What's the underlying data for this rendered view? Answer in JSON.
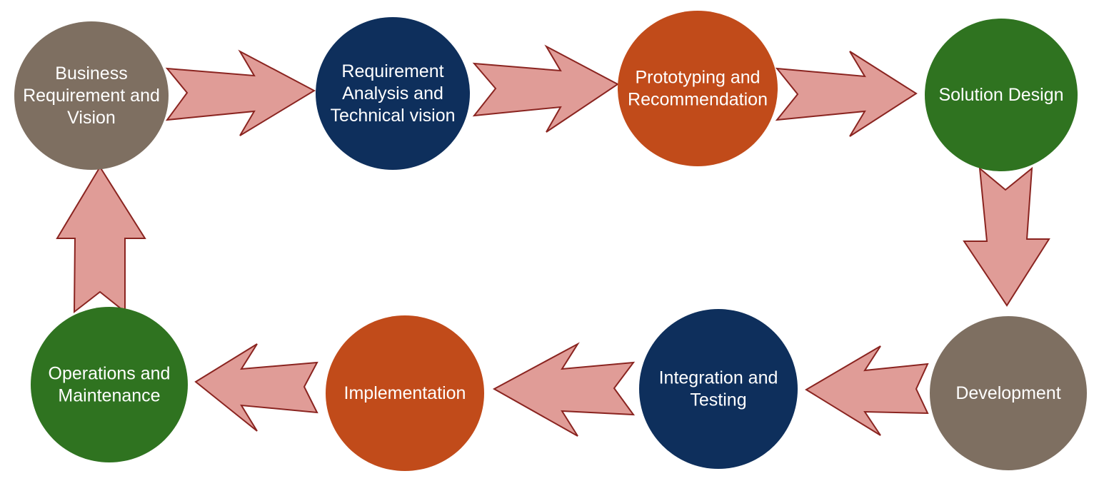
{
  "colors": {
    "taupe": "#7e6f61",
    "navy": "#0e2f5c",
    "orange": "#c14b1a",
    "green": "#2f7320",
    "arrow_fill": "#e09c97",
    "arrow_stroke": "#8a2420",
    "text": "#ffffff"
  },
  "nodes": [
    {
      "id": "business-requirement-and-vision",
      "color": "taupe",
      "lines": [
        "Business",
        "Requirement and",
        "Vision"
      ]
    },
    {
      "id": "requirement-analysis-and-technical-vision",
      "color": "navy",
      "lines": [
        "Requirement",
        "Analysis and",
        "Technical vision"
      ]
    },
    {
      "id": "prototyping-and-recommendation",
      "color": "orange",
      "lines": [
        "Prototyping and",
        "Recommendation"
      ]
    },
    {
      "id": "solution-design",
      "color": "green",
      "lines": [
        "Solution Design"
      ]
    },
    {
      "id": "development",
      "color": "taupe",
      "lines": [
        "Development"
      ]
    },
    {
      "id": "integration-and-testing",
      "color": "navy",
      "lines": [
        "Integration and",
        "Testing"
      ]
    },
    {
      "id": "implementation",
      "color": "orange",
      "lines": [
        "Implementation"
      ]
    },
    {
      "id": "operations-and-maintenance",
      "color": "green",
      "lines": [
        "Operations and",
        "Maintenance"
      ]
    }
  ],
  "edges": [
    {
      "from": "business-requirement-and-vision",
      "to": "requirement-analysis-and-technical-vision"
    },
    {
      "from": "requirement-analysis-and-technical-vision",
      "to": "prototyping-and-recommendation"
    },
    {
      "from": "prototyping-and-recommendation",
      "to": "solution-design"
    },
    {
      "from": "solution-design",
      "to": "development"
    },
    {
      "from": "development",
      "to": "integration-and-testing"
    },
    {
      "from": "integration-and-testing",
      "to": "implementation"
    },
    {
      "from": "implementation",
      "to": "operations-and-maintenance"
    },
    {
      "from": "operations-and-maintenance",
      "to": "business-requirement-and-vision"
    }
  ]
}
